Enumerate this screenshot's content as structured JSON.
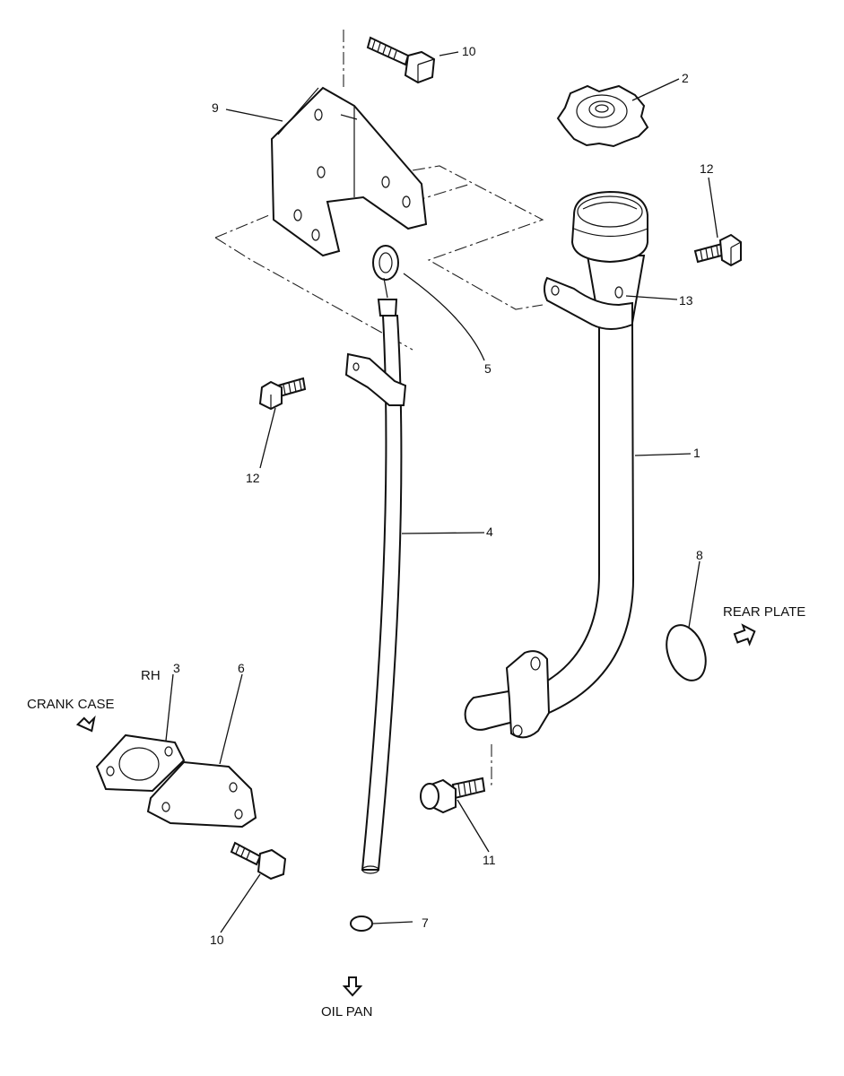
{
  "labels": {
    "part_1": "1",
    "part_2": "2",
    "part_3": "3",
    "part_4": "4",
    "part_5": "5",
    "part_6": "6",
    "part_7": "7",
    "part_8": "8",
    "part_9": "9",
    "part_10_top": "10",
    "part_10_bottom": "10",
    "part_11": "11",
    "part_12_right": "12",
    "part_12_left": "12",
    "part_13": "13"
  },
  "annotations": {
    "rh": "RH",
    "crank_case": "CRANK CASE",
    "rear_plate": "REAR PLATE",
    "oil_pan": "OIL PAN"
  }
}
